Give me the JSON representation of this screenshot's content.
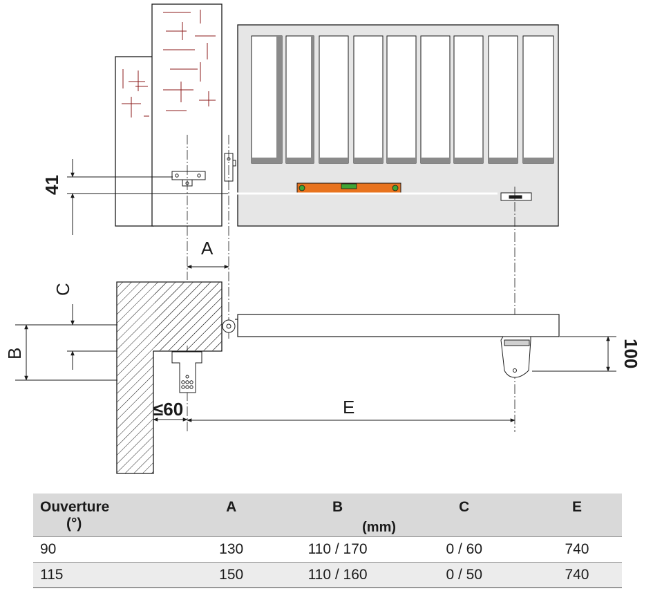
{
  "diagram": {
    "labels": {
      "dim_41": "41",
      "dim_A": "A",
      "dim_C": "C",
      "dim_B": "B",
      "dim_le60": "≤60",
      "dim_E": "E",
      "dim_100": "100"
    },
    "colors": {
      "line": "#1a1a1a",
      "gate_fill": "#e6e6e6",
      "level": "#e8731e",
      "level_bubble": "#3fa535",
      "brick_mark": "#8b1a1a"
    }
  },
  "table": {
    "headers": {
      "opening_line1": "Ouverture",
      "opening_line2": "(°)",
      "a": "A",
      "b": "B",
      "c": "C",
      "e": "E",
      "unit": "(mm)"
    },
    "rows": [
      {
        "opening": "90",
        "a": "130",
        "b": "110 / 170",
        "c": "0 / 60",
        "e": "740"
      },
      {
        "opening": "115",
        "a": "150",
        "b": "110 / 160",
        "c": "0 / 50",
        "e": "740"
      }
    ]
  }
}
